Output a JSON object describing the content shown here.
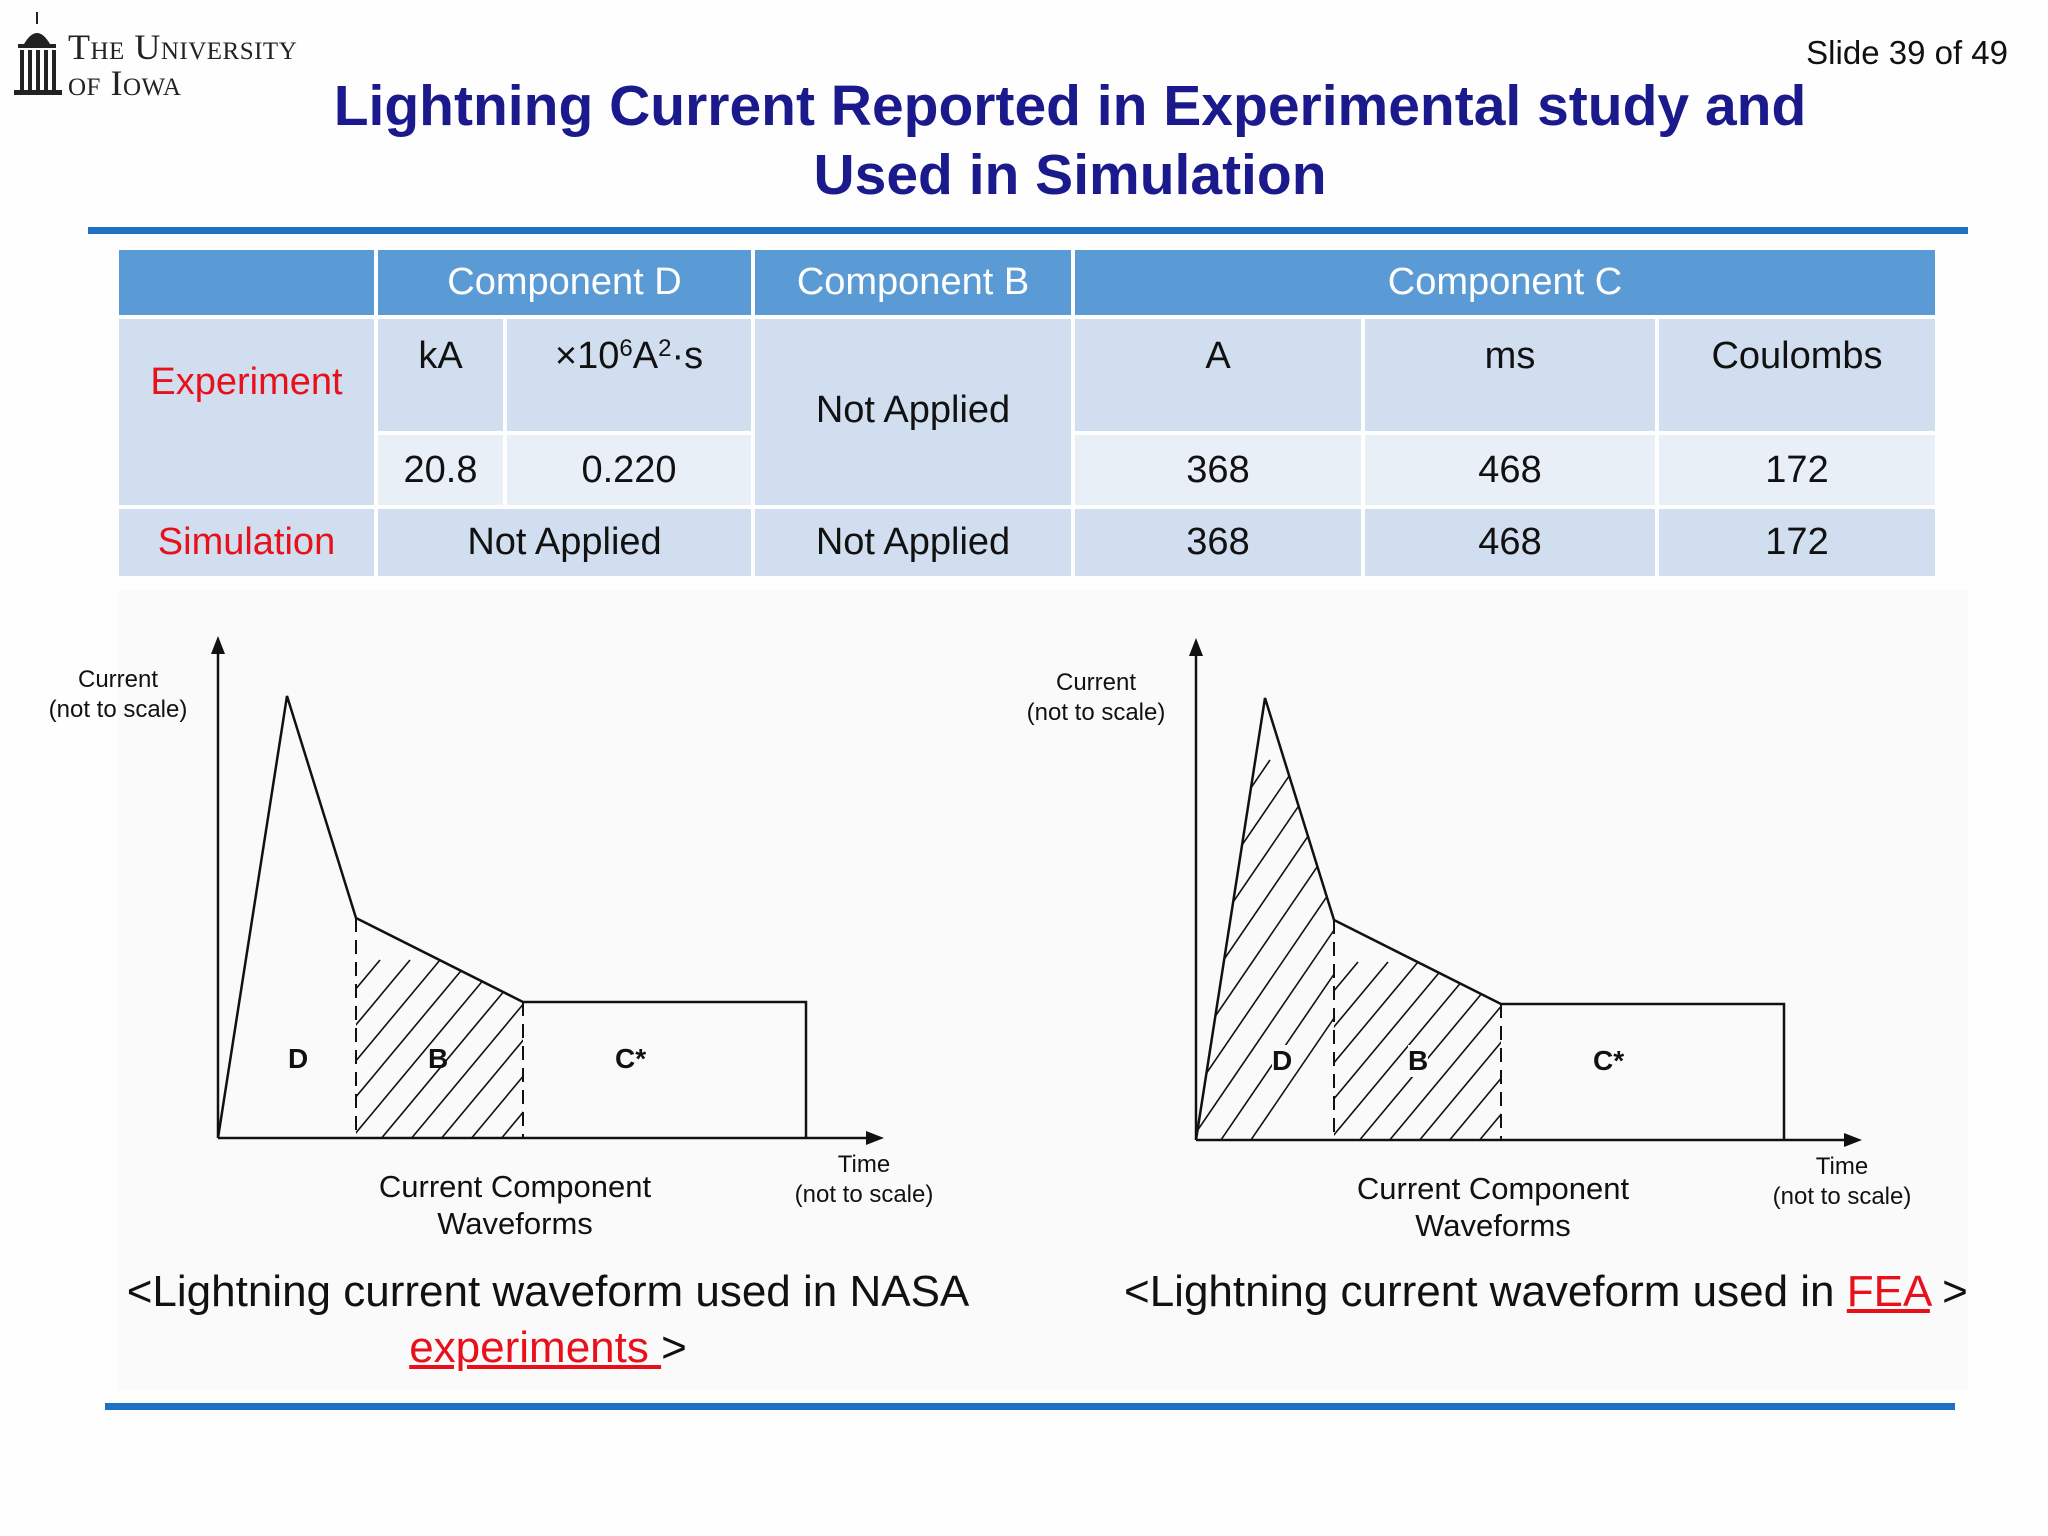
{
  "logo": {
    "line1": "The University",
    "line2": "of Iowa"
  },
  "slide_number": "Slide 39 of 49",
  "title": {
    "line1": "Lightning Current Reported in Experimental study and",
    "line2": "Used in Simulation"
  },
  "table": {
    "headers": [
      "Component D",
      "Component B",
      "Component C"
    ],
    "experiment_label": "Experiment",
    "simulation_label": "Simulation",
    "units": {
      "d_ka": "kA",
      "d_integral_prefix": "×10",
      "d_integral_exp": "6",
      "d_integral_unit": " A",
      "d_integral_exp2": "2",
      "d_integral_suffix": "·s",
      "c_a": "A",
      "c_ms": "ms",
      "c_coulombs": "Coulombs"
    },
    "experiment_values": {
      "d_ka": "20.8",
      "d_integral": "0.220",
      "b": "Not Applied",
      "c_a": "368",
      "c_ms": "468",
      "c_coulombs": "172"
    },
    "simulation_values": {
      "d": "Not Applied",
      "b": "Not Applied",
      "c_a": "368",
      "c_ms": "468",
      "c_coulombs": "172"
    }
  },
  "diagram_left": {
    "y_label_1": "Current",
    "y_label_2": "(not to scale)",
    "x_label_1": "Time",
    "x_label_2": "(not to scale)",
    "seg_d": "D",
    "seg_b": "B",
    "seg_c": "C*",
    "waveform_1": "Current Component",
    "waveform_2": "Waveforms"
  },
  "diagram_right": {
    "y_label_1": "Current",
    "y_label_2": "(not to scale)",
    "x_label_1": "Time",
    "x_label_2": "(not to scale)",
    "seg_d": "D",
    "seg_b": "B",
    "seg_c": "C*",
    "waveform_1": "Current Component",
    "waveform_2": "Waveforms"
  },
  "caption_left": {
    "text_1": "<Lightning current waveform used in NASA",
    "link": "experiments ",
    "text_2": ">"
  },
  "caption_right": {
    "text_1": "<Lightning current waveform used in ",
    "link": "FEA",
    "text_2": " >"
  },
  "colors": {
    "title": "#1a1a8c",
    "rule": "#1f6fc2",
    "header": "#5b9bd5",
    "row_dark": "#d1deef",
    "row_light": "#e9eff7",
    "row_label": "#e8101a"
  }
}
